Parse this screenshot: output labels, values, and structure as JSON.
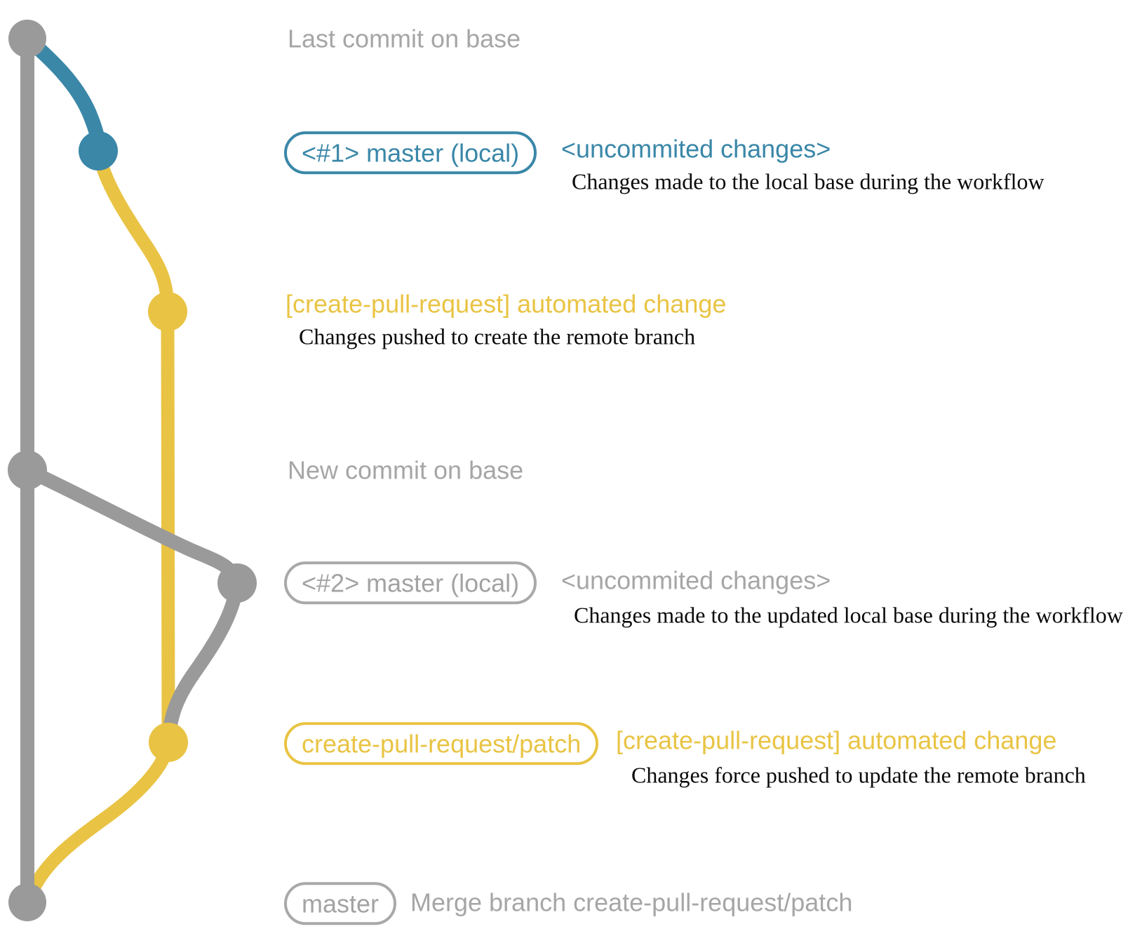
{
  "graph": {
    "colors": {
      "base_gray": "#9a9a9a",
      "local_blue": "#3a87a8",
      "remote_yellow": "#e9c344"
    }
  },
  "rows": {
    "last_commit": {
      "label": "Last commit on base"
    },
    "commit1": {
      "badge": "<#1> master (local)",
      "note": "<uncommited changes>",
      "desc": "Changes made to the local base during the workflow"
    },
    "push1": {
      "label": "[create-pull-request] automated change",
      "desc": "Changes pushed to create the remote branch"
    },
    "new_commit": {
      "label": "New commit on base"
    },
    "commit2": {
      "badge": "<#2> master (local)",
      "note": "<uncommited changes>",
      "desc": "Changes made to the updated local base during the workflow"
    },
    "push2": {
      "badge": "create-pull-request/patch",
      "note": "[create-pull-request] automated change",
      "desc": "Changes force pushed to update the remote branch"
    },
    "merge": {
      "badge": "master",
      "note": "Merge branch create-pull-request/patch"
    }
  }
}
